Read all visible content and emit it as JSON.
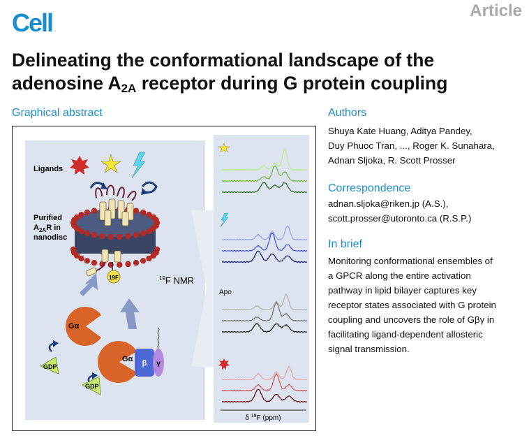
{
  "header": {
    "journal": "Cell",
    "type": "Article"
  },
  "title": {
    "line1": "Delineating the conformational landscape of the",
    "line2_pre": "adenosine A",
    "line2_sub": "2A",
    "line2_post": " receptor during G protein coupling"
  },
  "graphical_abstract": {
    "heading": "Graphical abstract",
    "labels": {
      "ligands": "Ligands",
      "purified": "Purified",
      "a2ar_pre": "A",
      "a2ar_sub": "2A",
      "a2ar_post": "R in",
      "nanodisc": "nanodisc",
      "f19": "19F",
      "nmr_sup": "19",
      "nmr_main": "F NMR",
      "apo": "Apo",
      "galpha": "Gα",
      "beta": "β",
      "gamma": "γ",
      "gdp": "GDP",
      "axis_pre": "δ ",
      "axis_sup": "19",
      "axis_post": "F (ppm)"
    },
    "colors": {
      "panel_bg": "#dde3ef",
      "galpha": "#d9642a",
      "gbeta": "#4f68d8",
      "ggamma": "#b38adf",
      "gdp": "#c7eb6f",
      "arrow": "#8899c8",
      "bead": "#b32a24",
      "star_red": "#d12b2b",
      "star_yellow": "#f5e63a",
      "bolt": "#5bd3e8",
      "green": [
        "#b9ec8c",
        "#7ab942",
        "#2f6e22"
      ],
      "blue": [
        "#98a6ea",
        "#4b56d9",
        "#1a2070"
      ],
      "gray": [
        "#b8b8b8",
        "#777777",
        "#222222"
      ],
      "red": [
        "#e1a9a9",
        "#d85c5c",
        "#6a1616"
      ]
    }
  },
  "authors": {
    "heading": "Authors",
    "lines": [
      "Shuya Kate Huang, Aditya Pandey,",
      "Duy Phuoc Tran, ..., Roger K. Sunahara,",
      "Adnan Sljoka, R. Scott Prosser"
    ]
  },
  "correspondence": {
    "heading": "Correspondence",
    "lines": [
      "adnan.sljoka@riken.jp (A.S.),",
      "scott.prosser@utoronto.ca (R.S.P.)"
    ]
  },
  "brief": {
    "heading": "In brief",
    "lines": [
      "Monitoring conformational ensembles of",
      "a GPCR along the entire activation",
      "pathway in lipid bilayer captures key",
      "receptor states associated with G protein",
      "coupling and uncovers the role of Gβγ in",
      "facilitating ligand-dependent allosteric",
      "signal transmission."
    ]
  }
}
